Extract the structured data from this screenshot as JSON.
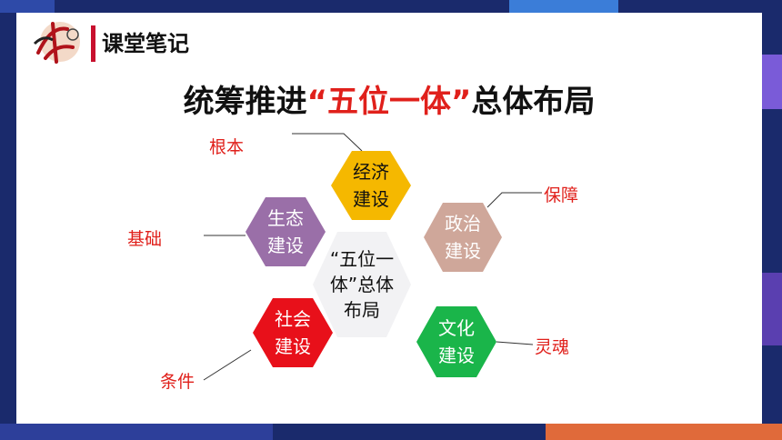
{
  "header": {
    "title": "课堂笔记"
  },
  "title": {
    "pre": "统筹推进",
    "highlight": "“五位一体”",
    "post": "总体布局"
  },
  "center": {
    "line1": "“五位一",
    "line2": "体”总体",
    "line3": "布局"
  },
  "nodes": {
    "economy": {
      "line1": "经济",
      "line2": "建设",
      "role": "根本"
    },
    "politics": {
      "line1": "政治",
      "line2": "建设",
      "role": "保障"
    },
    "culture": {
      "line1": "文化",
      "line2": "建设",
      "role": "灵魂"
    },
    "society": {
      "line1": "社会",
      "line2": "建设",
      "role": "条件"
    },
    "ecology": {
      "line1": "生态",
      "line2": "建设",
      "role": "基础"
    }
  },
  "colors": {
    "economy": "#f5b800",
    "politics": "#cfa79a",
    "culture": "#1ab54a",
    "society": "#e8101a",
    "ecology": "#9a6fa8",
    "center": "#f2f2f4",
    "label": "#e0201b"
  }
}
